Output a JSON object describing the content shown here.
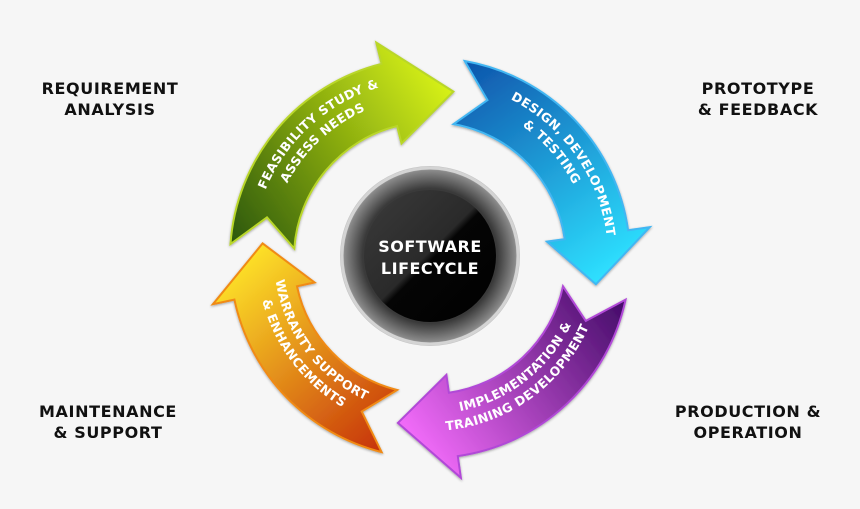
{
  "diagram": {
    "title": "Software Lifecycle",
    "center": {
      "line1": "SOFTWARE",
      "line2": "LIFECYCLE"
    },
    "corner_labels": {
      "top_left": {
        "line1": "REQUIREMENT",
        "line2": "ANALYSIS"
      },
      "top_right": {
        "line1": "PROTOTYPE",
        "line2": "& FEEDBACK"
      },
      "bottom_left": {
        "line1": "MAINTENANCE",
        "line2": "& SUPPORT"
      },
      "bottom_right": {
        "line1": "PRODUCTION &",
        "line2": "OPERATION"
      }
    },
    "stages": [
      {
        "id": "feasibility",
        "line1": "FEASIBILITY STUDY &",
        "line2": "ASSESS NEEDS",
        "color_start": "#2f5a0a",
        "color_end": "#d9f316",
        "border": "#b9d629"
      },
      {
        "id": "design",
        "line1": "DESIGN, DEVELOPMENT",
        "line2": "& TESTING",
        "color_start": "#0d4fa8",
        "color_end": "#2ee0ff",
        "border": "#43b6f2"
      },
      {
        "id": "implementation",
        "line1": "IMPLEMENTATION &",
        "line2": "TRAINING DEVELOPMENT",
        "color_start": "#3a0660",
        "color_end": "#ef6af7",
        "border": "#b14ad7"
      },
      {
        "id": "warranty",
        "line1": "WARRANTY SUPPORT",
        "line2": "& ENHANCEMENTS",
        "color_start": "#c42a08",
        "color_end": "#ffe82a",
        "border": "#f08a12"
      }
    ]
  }
}
